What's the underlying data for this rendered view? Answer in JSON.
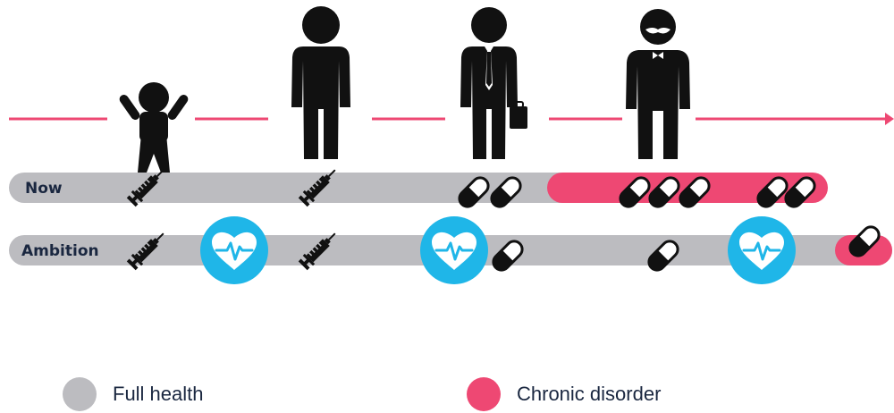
{
  "colors": {
    "full_health": "#bcbcc0",
    "chronic_disorder": "#ee4873",
    "health_icon_bg": "#1fb6e8",
    "figure": "#111111",
    "arrow": "#ee4873"
  },
  "rows": {
    "now": {
      "label": "Now"
    },
    "ambition": {
      "label": "Ambition"
    }
  },
  "life_stages": [
    "baby-icon",
    "adult-icon",
    "business-person-icon",
    "elderly-person-icon"
  ],
  "now_row_icons": {
    "syringes": 2,
    "pills": 7,
    "health_checks": 0,
    "chronic_segment_share": 0.33
  },
  "ambition_row_icons": {
    "syringes": 2,
    "pills": 3,
    "health_checks": 3,
    "chronic_segment_share": 0.05
  },
  "legend": {
    "full_health": "Full health",
    "chronic_disorder": "Chronic disorder"
  }
}
